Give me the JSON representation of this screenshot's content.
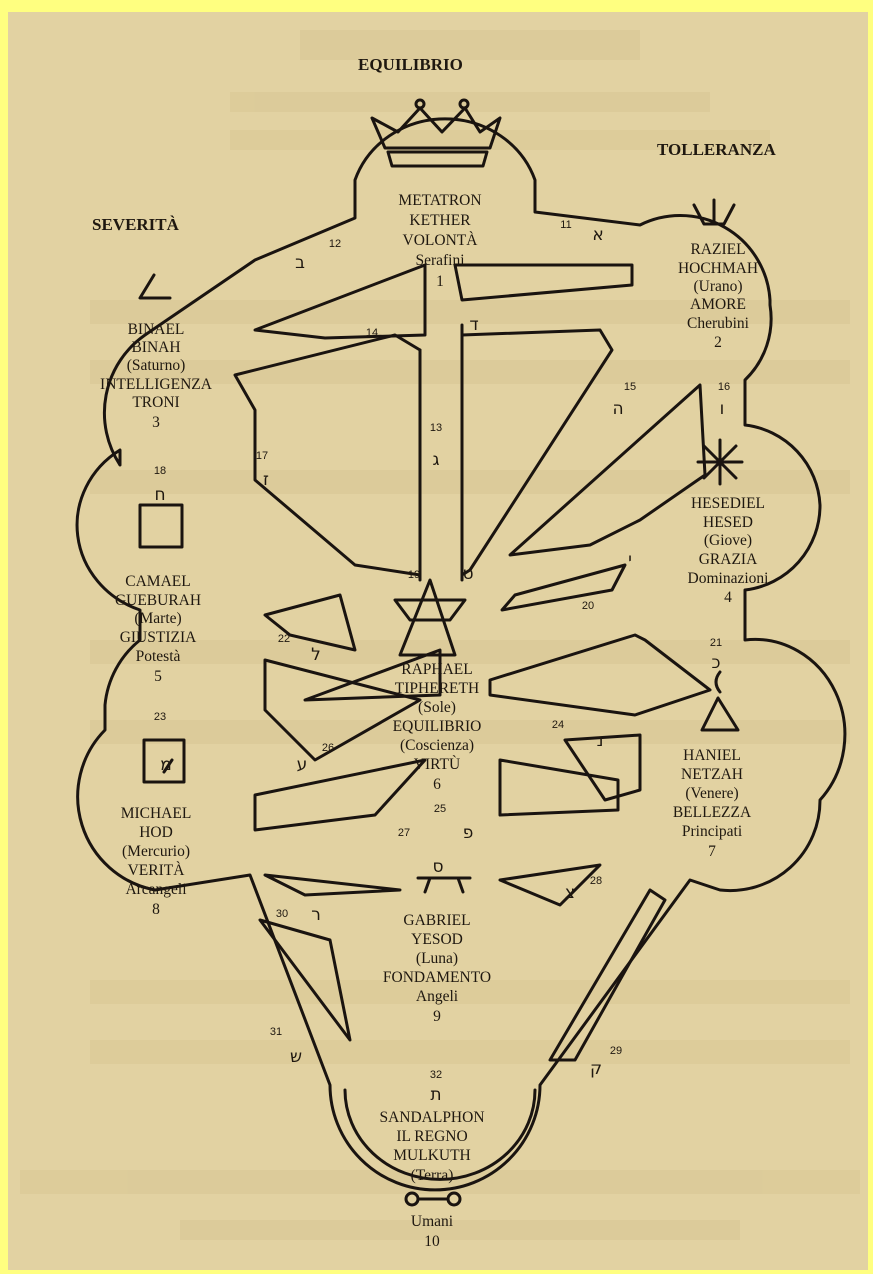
{
  "pillars": {
    "center": "EQUILIBRIO",
    "right": "TOLLERANZA",
    "left": "SEVERITÀ"
  },
  "sephiroth": [
    {
      "lines": [
        "METATRON",
        "KETHER",
        "VOLONTÀ",
        "Serafini",
        "1"
      ]
    },
    {
      "lines": [
        "RAZIEL",
        "HOCHMAH",
        "(Urano)",
        "AMORE",
        "Cherubini",
        "2"
      ]
    },
    {
      "lines": [
        "BINAEL",
        "BINAH",
        "(Saturno)",
        "INTELLIGENZA",
        "TRONI",
        "3"
      ]
    },
    {
      "lines": [
        "HESEDIEL",
        "HESED",
        "(Giove)",
        "GRAZIA",
        "Dominazioni",
        "4"
      ]
    },
    {
      "lines": [
        "CAMAEL",
        "GUEBURAH",
        "(Marte)",
        "GIUSTIZIA",
        "Potestà",
        "5"
      ]
    },
    {
      "lines": [
        "RAPHAEL",
        "TIPHERETH",
        "(Sole)",
        "EQUILIBRIO",
        "(Coscienza)",
        "VIRTÙ",
        "6"
      ]
    },
    {
      "lines": [
        "HANIEL",
        "NETZAH",
        "(Venere)",
        "BELLEZZA",
        "Principati",
        "7"
      ]
    },
    {
      "lines": [
        "MICHAEL",
        "HOD",
        "(Mercurio)",
        "VERITÀ",
        "Arcangeli",
        "8"
      ]
    },
    {
      "lines": [
        "GABRIEL",
        "YESOD",
        "(Luna)",
        "FONDAMENTO",
        "Angeli",
        "9"
      ]
    },
    {
      "lines": [
        "SANDALPHON",
        "IL REGNO",
        "MULKUTH",
        "(Terra)",
        "Umani",
        "10"
      ]
    }
  ],
  "paths": [
    {
      "number": "11",
      "letter": "א"
    },
    {
      "number": "12",
      "letter": "ב"
    },
    {
      "number": "13",
      "letter": "ג"
    },
    {
      "number": "14",
      "letter": "ד"
    },
    {
      "number": "15",
      "letter": "ה"
    },
    {
      "number": "16",
      "letter": "ו"
    },
    {
      "number": "17",
      "letter": "ז"
    },
    {
      "number": "18",
      "letter": "ח"
    },
    {
      "number": "19",
      "letter": "ט"
    },
    {
      "number": "20",
      "letter": "י"
    },
    {
      "number": "21",
      "letter": "כ"
    },
    {
      "number": "22",
      "letter": "ל"
    },
    {
      "number": "23",
      "letter": "מ"
    },
    {
      "number": "24",
      "letter": "נ"
    },
    {
      "number": "25",
      "letter": "ס"
    },
    {
      "number": "26",
      "letter": "ע"
    },
    {
      "number": "27",
      "letter": "פ"
    },
    {
      "number": "28",
      "letter": "צ"
    },
    {
      "number": "29",
      "letter": "ק"
    },
    {
      "number": "30",
      "letter": "ר"
    },
    {
      "number": "31",
      "letter": "ש"
    },
    {
      "number": "32",
      "letter": "ת"
    }
  ],
  "colors": {
    "page_margin": "#ffff80",
    "paper": "#e2d2a2",
    "ink": "#1a1410"
  },
  "symbols": [
    "crown-icon",
    "saturn-glyph-icon",
    "uranus-glyph-icon",
    "jupiter-star-icon",
    "mars-square-icon",
    "sun-star-icon",
    "venus-triangle-icon",
    "mercury-square-icon",
    "moon-cup-icon",
    "earth-bar-icon"
  ]
}
